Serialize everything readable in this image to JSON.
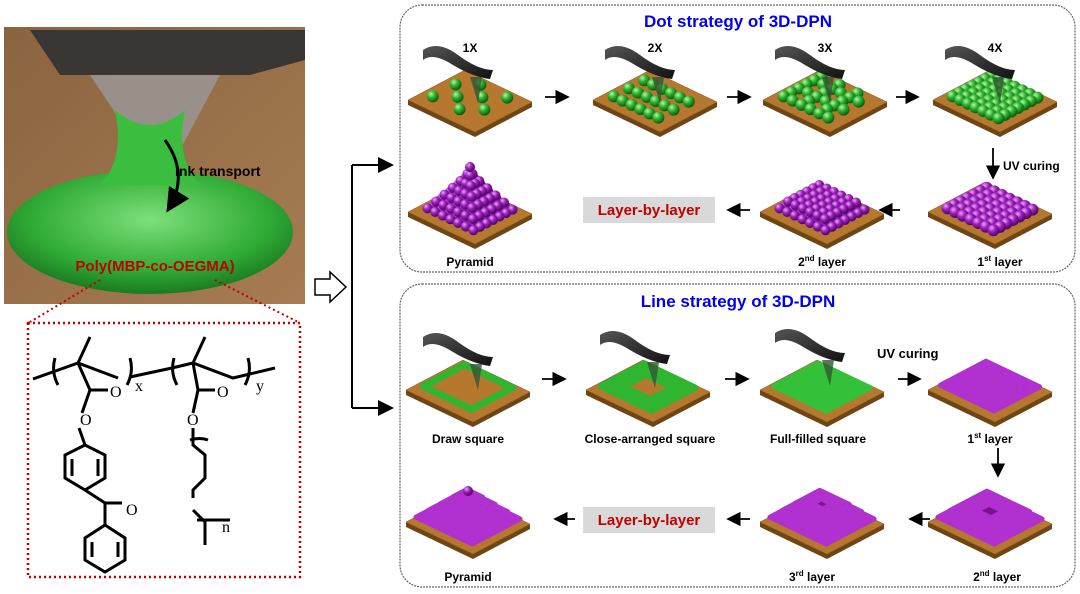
{
  "colors": {
    "title": "#0000ee",
    "accent_red": "#c00000",
    "substrate": "#b5782e",
    "ink_green": "#2fb52f",
    "cured_purple": "#a020c0",
    "tag_bg": "#d9d9d9"
  },
  "left_panel": {
    "ink_label": "Ink transport",
    "polymer_label": "Poly(MBP-co-OEGMA)",
    "chem": {
      "o1": "O",
      "o2": "O",
      "o3": "O",
      "o4": "O",
      "o5": "O",
      "x": "x",
      "y": "y",
      "n": "n"
    }
  },
  "dot_strategy": {
    "title": "Dot strategy of 3D-DPN",
    "steps": [
      "1X",
      "2X",
      "3X",
      "4X"
    ],
    "uv_label": "UV curing",
    "layer_tag": "Layer-by-layer",
    "pyramid_label": "Pyramid",
    "layer2": {
      "num": "2",
      "sup": "nd",
      "rest": " layer"
    },
    "layer1": {
      "num": "1",
      "sup": "st",
      "rest": " layer"
    }
  },
  "line_strategy": {
    "title": "Line strategy of 3D-DPN",
    "steps": [
      "Draw square",
      "Close-arranged square",
      "Full-filled square"
    ],
    "uv_label": "UV curing",
    "layer_tag": "Layer-by-layer",
    "pyramid_label": "Pyramid",
    "layer1": {
      "num": "1",
      "sup": "st",
      "rest": " layer"
    },
    "layer2": {
      "num": "2",
      "sup": "nd",
      "rest": " layer"
    },
    "layer3": {
      "num": "3",
      "sup": "rd",
      "rest": " layer"
    }
  }
}
